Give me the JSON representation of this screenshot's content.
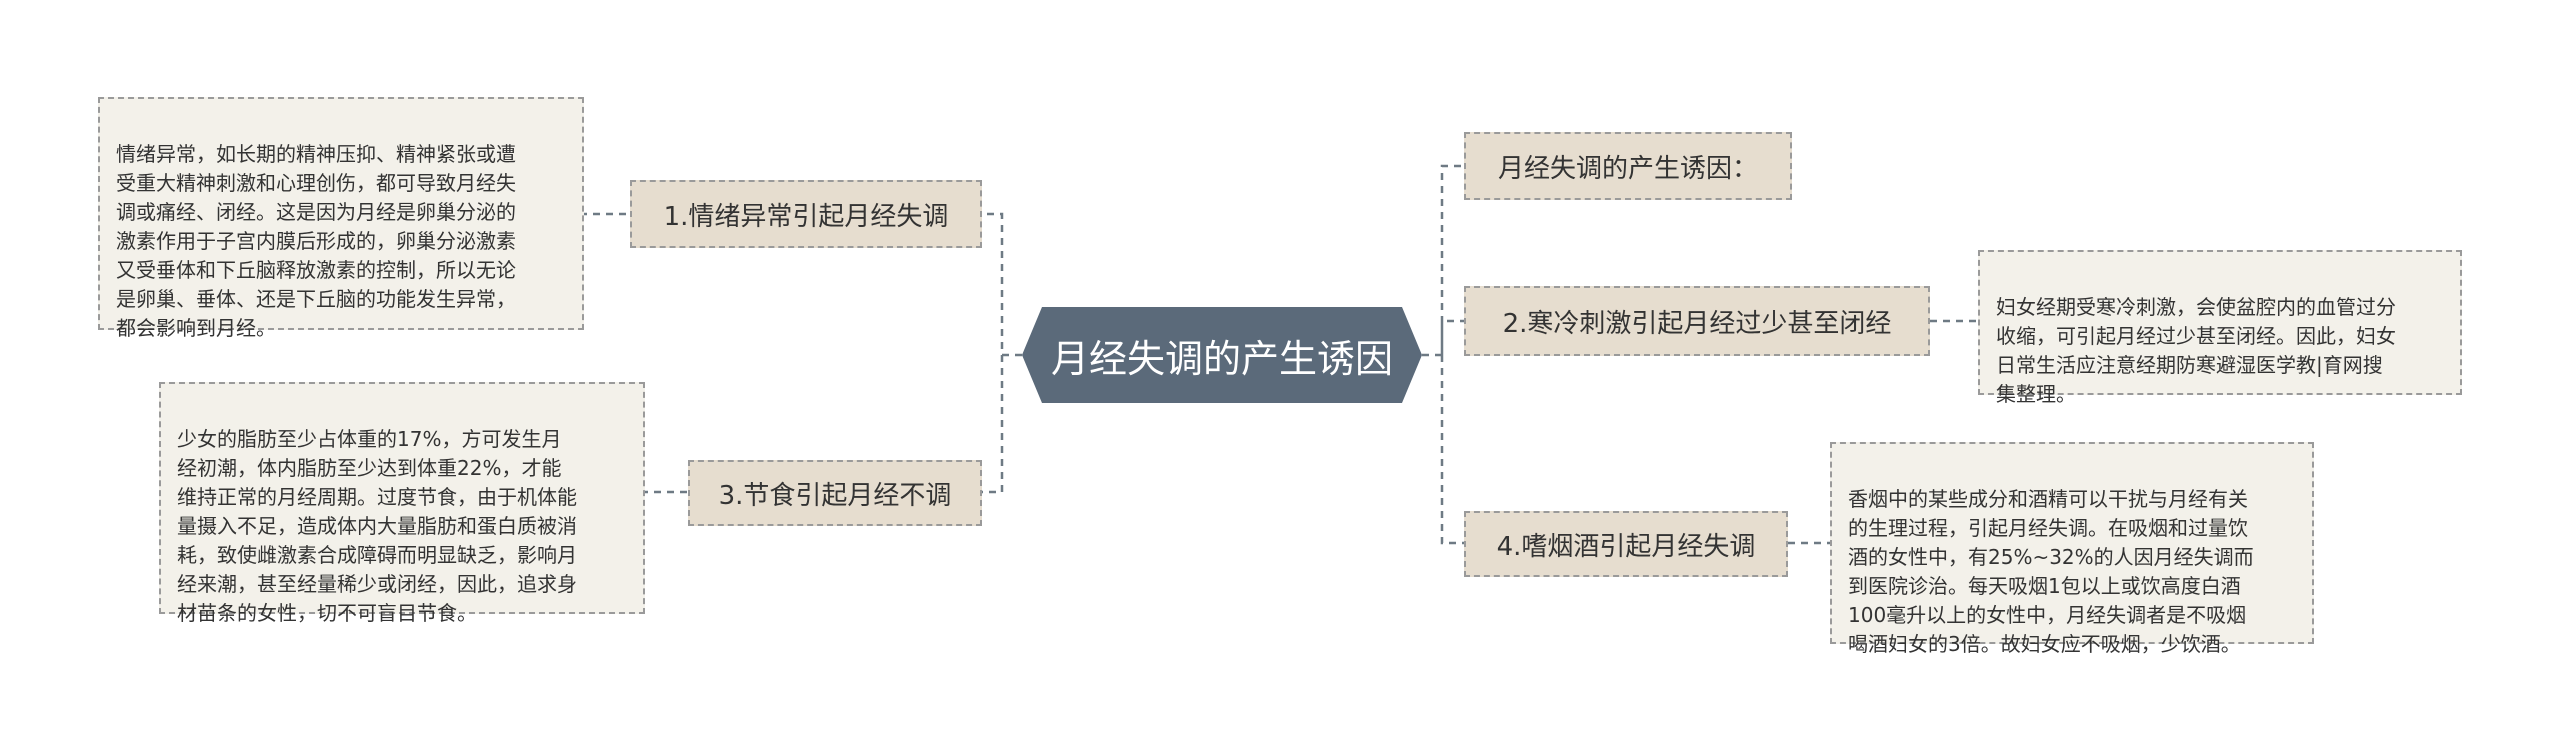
{
  "central": {
    "label": "月经失调的产生诱因"
  },
  "branches": {
    "emotion": {
      "label": "1.情绪异常引起月经失调"
    },
    "diet": {
      "label": "3.节食引起月经不调"
    },
    "intro": {
      "label": "月经失调的产生诱因："
    },
    "cold": {
      "label": "2.寒冷刺激引起月经过少甚至闭经"
    },
    "smoke": {
      "label": "4.嗜烟酒引起月经失调"
    }
  },
  "leaves": {
    "emotion": {
      "text": "情绪异常，如长期的精神压抑、精神紧张或遭\n受重大精神刺激和心理创伤，都可导致月经失\n调或痛经、闭经。这是因为月经是卵巢分泌的\n激素作用于子宫内膜后形成的，卵巢分泌激素\n又受垂体和下丘脑释放激素的控制，所以无论\n是卵巢、垂体、还是下丘脑的功能发生异常，\n都会影响到月经。"
    },
    "diet": {
      "text": "少女的脂肪至少占体重的17%，方可发生月\n经初潮，体内脂肪至少达到体重22%，才能\n维持正常的月经周期。过度节食，由于机体能\n量摄入不足，造成体内大量脂肪和蛋白质被消\n耗，致使雌激素合成障碍而明显缺乏，影响月\n经来潮，甚至经量稀少或闭经，因此，追求身\n材苗条的女性，切不可盲目节食。"
    },
    "cold": {
      "text": "妇女经期受寒冷刺激，会使盆腔内的血管过分\n收缩，可引起月经过少甚至闭经。因此，妇女\n日常生活应注意经期防寒避湿医学教|育网搜\n集整理。"
    },
    "smoke": {
      "text": "香烟中的某些成分和酒精可以干扰与月经有关\n的生理过程，引起月经失调。在吸烟和过量饮\n酒的女性中，有25%~32%的人因月经失调而\n到医院诊治。每天吸烟1包以上或饮高度白酒\n100毫升以上的女性中，月经失调者是不吸烟\n喝酒妇女的3倍。故妇女应不吸烟，少饮酒。"
    }
  },
  "colors": {
    "central_fill": "#5b6a7a",
    "branch_fill": "#e6ddcf",
    "leaf_fill": "#f3f1ea",
    "connector": "#6e7a84"
  }
}
